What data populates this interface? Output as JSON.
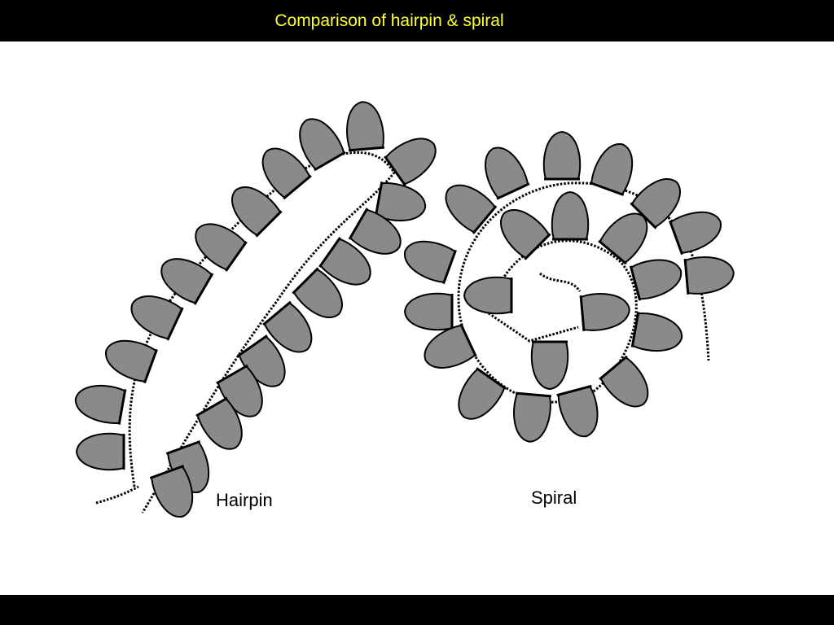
{
  "slide": {
    "title": "Comparison of hairpin & spiral"
  },
  "figure": {
    "hairpin": {
      "label": "Hairpin"
    },
    "spiral": {
      "label": "Spiral"
    }
  },
  "colors": {
    "bar": "#000000",
    "background": "#ffffff",
    "title": "#ffff33",
    "unit_fill": "#8a8a8a",
    "outline": "#000000"
  },
  "icons": {
    "unit_shape": "teardrop-lobe"
  }
}
